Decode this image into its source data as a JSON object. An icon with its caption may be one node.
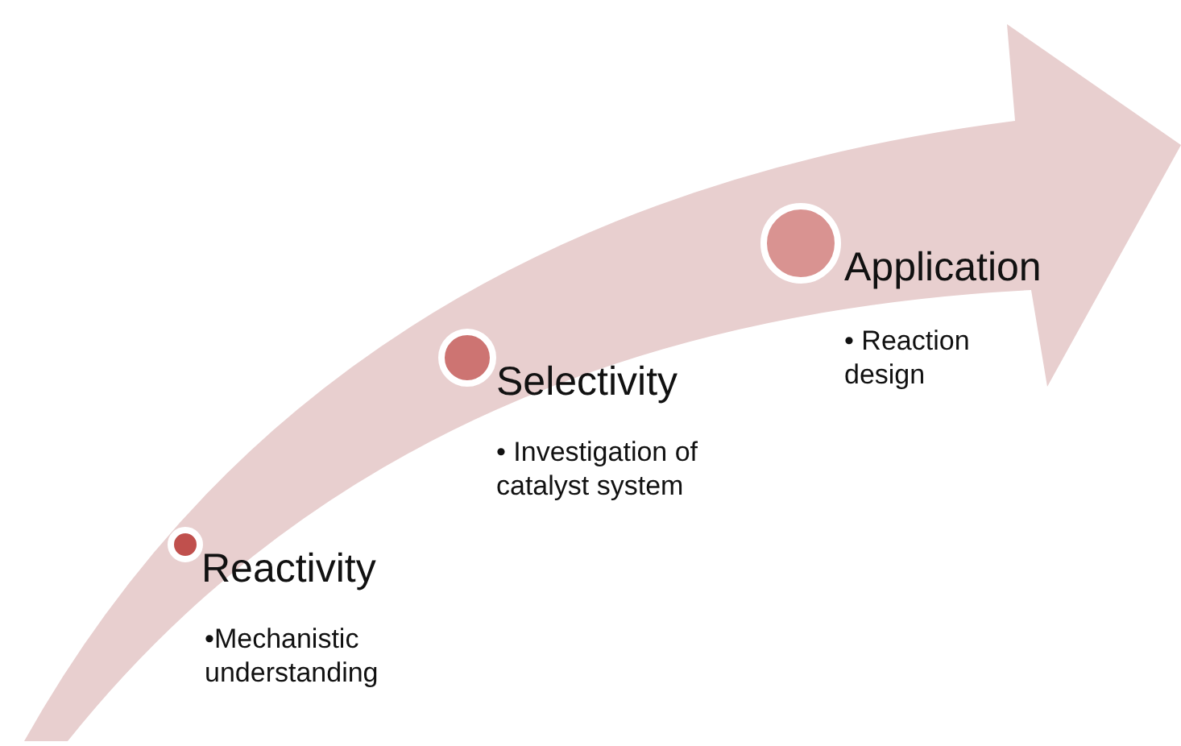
{
  "diagram": {
    "nodes": [
      {
        "text": [
          "Reactivity",
          "•Mechanistic understanding"
        ]
      },
      {
        "text": [
          "Selectivity",
          "• Investigation of catalyst system"
        ]
      },
      {
        "text": [
          "Application",
          "• Reaction design"
        ]
      }
    ]
  }
}
